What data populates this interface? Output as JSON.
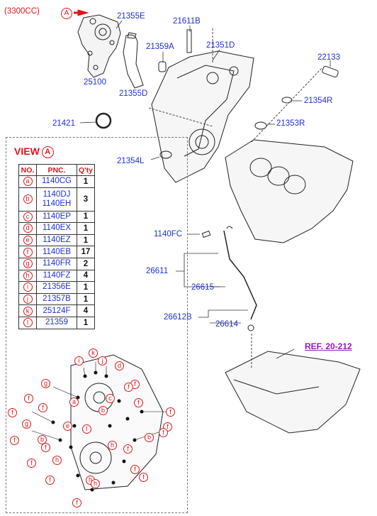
{
  "variant": "(3300CC)",
  "view_marker": "A",
  "ref": "REF. 20-212",
  "parts": [
    "21355E",
    "21611B",
    "21359A",
    "21351D",
    "22133",
    "25100",
    "21355D",
    "21354R",
    "21421",
    "21353R",
    "21354L",
    "1140FC",
    "26611",
    "26615",
    "26612B",
    "26614"
  ],
  "view": {
    "title": "VIEW",
    "marker": "A",
    "headers": [
      "NO.",
      "PNC.",
      "Q'ty"
    ],
    "rows": [
      {
        "mark": "a",
        "codes": [
          "1140CG"
        ],
        "qty": "1"
      },
      {
        "mark": "b",
        "codes": [
          "1140DJ",
          "1140EH"
        ],
        "qty": "3"
      },
      {
        "mark": "c",
        "codes": [
          "1140EP"
        ],
        "qty": "1"
      },
      {
        "mark": "d",
        "codes": [
          "1140EX"
        ],
        "qty": "1"
      },
      {
        "mark": "e",
        "codes": [
          "1140EZ"
        ],
        "qty": "1"
      },
      {
        "mark": "f",
        "codes": [
          "1140EB"
        ],
        "qty": "17"
      },
      {
        "mark": "g",
        "codes": [
          "1140FR"
        ],
        "qty": "2"
      },
      {
        "mark": "h",
        "codes": [
          "1140FZ"
        ],
        "qty": "4"
      },
      {
        "mark": "i",
        "codes": [
          "21356E"
        ],
        "qty": "1"
      },
      {
        "mark": "j",
        "codes": [
          "21357B"
        ],
        "qty": "1"
      },
      {
        "mark": "k",
        "codes": [
          "25124F"
        ],
        "qty": "4"
      },
      {
        "mark": "l",
        "codes": [
          "21359"
        ],
        "qty": "1"
      }
    ]
  },
  "callouts": [
    "k",
    "i",
    "j",
    "d",
    "f",
    "g",
    "a",
    "c",
    "b",
    "e",
    "l",
    "h"
  ]
}
